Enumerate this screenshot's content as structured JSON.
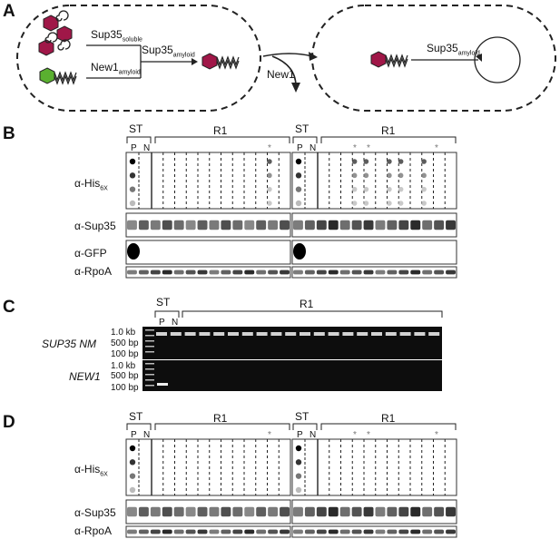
{
  "panels": {
    "A": "A",
    "B": "B",
    "C": "C",
    "D": "D"
  },
  "schematic": {
    "sup35_soluble": {
      "main": "Sup35",
      "sub": "soluble"
    },
    "sup35_amyloid": {
      "main": "Sup35",
      "sub": "amyloid"
    },
    "new1_amyloid": {
      "main": "New1",
      "sub": "amyloid"
    },
    "arrow_label": "New1",
    "right_sup35": {
      "main": "Sup35",
      "sub": "amyloid"
    }
  },
  "colors": {
    "sup35": "#a01748",
    "new1": "#5ab030",
    "outline": "#222222"
  },
  "blot_headers": {
    "st": "ST",
    "r1": "R1",
    "p": "P",
    "n": "N",
    "asterisk": "*"
  },
  "panel_b": {
    "rows": [
      {
        "main": "α-His",
        "sub": "6X"
      },
      {
        "main": "α-Sup35",
        "sub": ""
      },
      {
        "main": "α-GFP",
        "sub": ""
      },
      {
        "main": "α-RpoA",
        "sub": ""
      }
    ]
  },
  "panel_c": {
    "header_st": "ST",
    "header_r1": "R1",
    "header_p": "P",
    "header_n": "N",
    "gene1": "SUP35 NM",
    "gene2": "NEW1",
    "ladder1": [
      "1.0 kb",
      "500 bp",
      "100 bp"
    ],
    "ladder2": [
      "1.0 kb",
      "500 bp",
      "100 bp"
    ]
  },
  "panel_d": {
    "rows": [
      {
        "main": "α-His",
        "sub": "6X"
      },
      {
        "main": "α-Sup35",
        "sub": ""
      },
      {
        "main": "α-RpoA",
        "sub": ""
      }
    ]
  }
}
